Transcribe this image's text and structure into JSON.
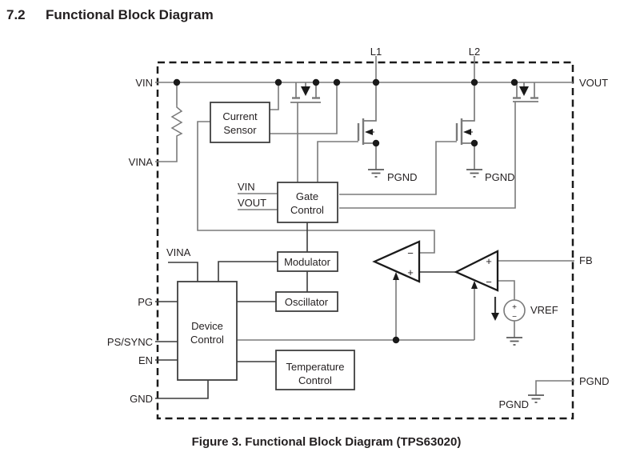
{
  "section": {
    "number": "7.2",
    "title": "Functional Block Diagram"
  },
  "caption": "Figure 3.  Functional Block Diagram (TPS63020)",
  "pins": {
    "vin": "VIN",
    "vina": "VINA",
    "l1": "L1",
    "l2": "L2",
    "vout": "VOUT",
    "fb": "FB",
    "pgnd_right": "PGND",
    "pg": "PG",
    "ps_sync": "PS/SYNC",
    "en": "EN",
    "gnd": "GND"
  },
  "blocks": {
    "current_sensor": {
      "line1": "Current",
      "line2": "Sensor"
    },
    "gate_control": {
      "line1": "Gate",
      "line2": "Control",
      "input1": "VIN",
      "input2": "VOUT"
    },
    "modulator": {
      "label": "Modulator"
    },
    "oscillator": {
      "label": "Oscillator"
    },
    "device_control": {
      "line1": "Device",
      "line2": "Control"
    },
    "temperature_control": {
      "line1": "Temperature",
      "line2": "Control"
    }
  },
  "labels": {
    "vina_inner": "VINA",
    "pgnd_sw1": "PGND",
    "pgnd_sw2": "PGND",
    "pgnd_inner": "PGND",
    "vref": "VREF"
  },
  "amplifiers": {
    "comparator": {
      "top_sign": "−",
      "bottom_sign": "+"
    },
    "error_amp": {
      "top_sign": "+",
      "bottom_sign": "−"
    },
    "vref_source": {
      "top_sign": "+",
      "bottom_sign": "−"
    }
  },
  "colors": {
    "wire": "#7a7a7a",
    "ink": "#231f20",
    "outline": "#3f3f3f"
  }
}
